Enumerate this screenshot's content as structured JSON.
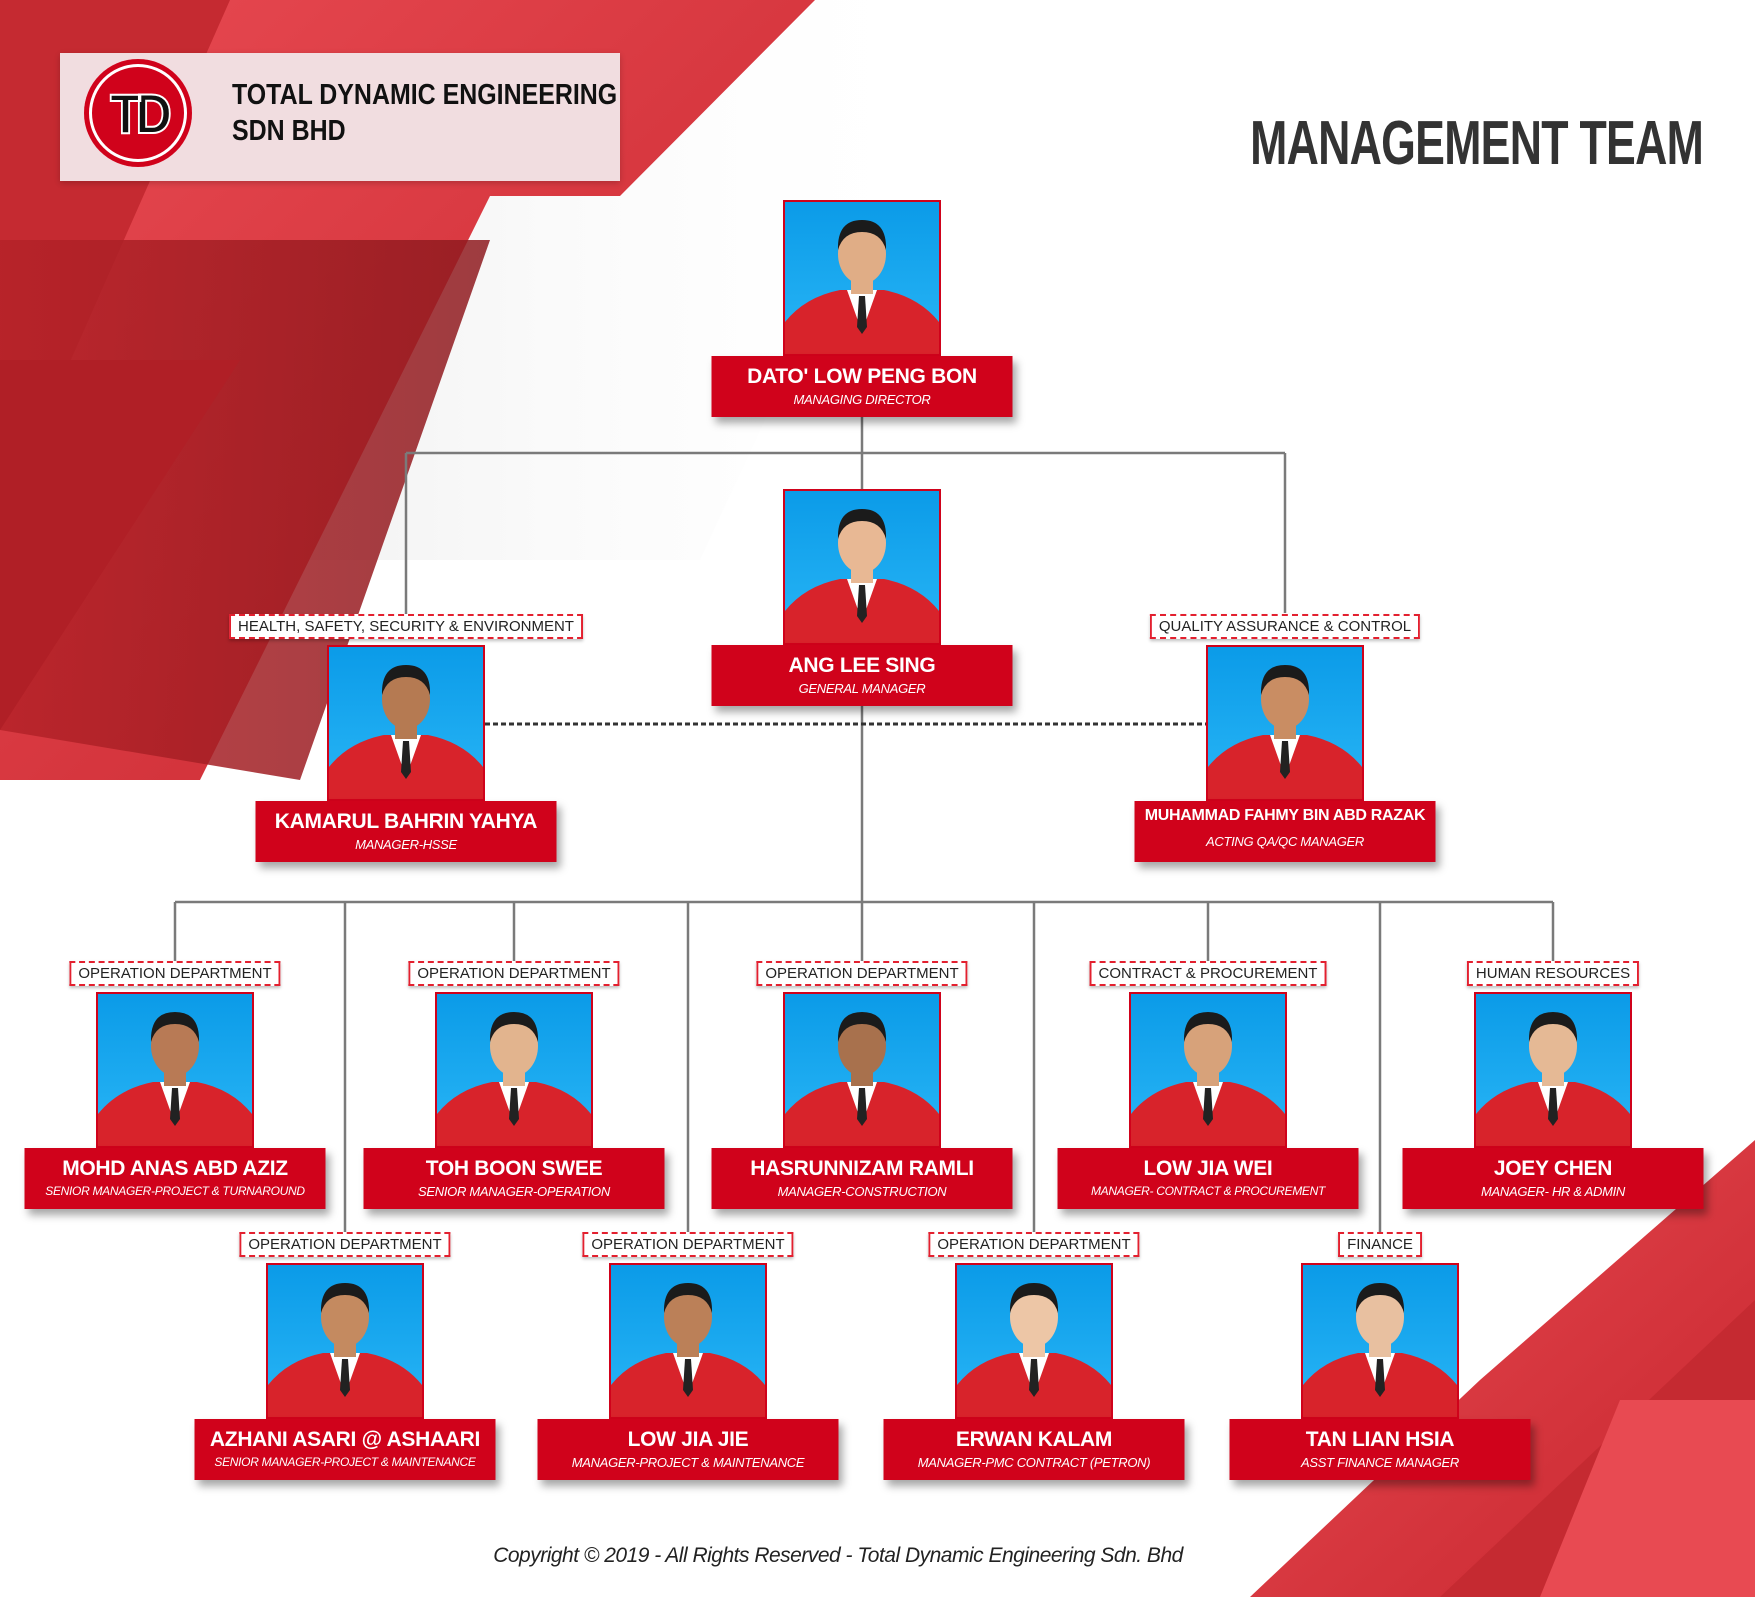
{
  "header": {
    "logo_letters": "TD",
    "company_line1": "TOTAL DYNAMIC ENGINEERING",
    "company_line2": "SDN BHD",
    "title": "MANAGEMENT TEAM"
  },
  "colors": {
    "brand_red": "#d0021b",
    "photo_blue": "#12a3ee",
    "line_gray": "#7a7a7a",
    "title_gray": "#333333"
  },
  "people": [
    {
      "dept": "",
      "name": "DATO' LOW PENG BON",
      "role": "MANAGING DIRECTOR"
    },
    {
      "dept": "",
      "name": "ANG LEE SING",
      "role": "GENERAL MANAGER"
    },
    {
      "dept": "HEALTH, SAFETY, SECURITY & ENVIRONMENT",
      "name": "KAMARUL BAHRIN YAHYA",
      "role": "MANAGER-HSSE"
    },
    {
      "dept": "QUALITY ASSURANCE & CONTROL",
      "name": "MUHAMMAD FAHMY BIN ABD RAZAK",
      "role": "ACTING QA/QC MANAGER"
    },
    {
      "dept": "OPERATION DEPARTMENT",
      "name": "MOHD ANAS ABD AZIZ",
      "role": "SENIOR MANAGER-PROJECT & TURNAROUND"
    },
    {
      "dept": "OPERATION DEPARTMENT",
      "name": "TOH BOON SWEE",
      "role": "SENIOR MANAGER-OPERATION"
    },
    {
      "dept": "OPERATION DEPARTMENT",
      "name": "HASRUNNIZAM RAMLI",
      "role": "MANAGER-CONSTRUCTION"
    },
    {
      "dept": "CONTRACT & PROCUREMENT",
      "name": "LOW JIA WEI",
      "role": "MANAGER- CONTRACT & PROCUREMENT"
    },
    {
      "dept": "HUMAN RESOURCES",
      "name": "JOEY CHEN",
      "role": "MANAGER- HR & ADMIN"
    },
    {
      "dept": "OPERATION DEPARTMENT",
      "name": "AZHANI ASARI @ ASHAARI",
      "role": "SENIOR MANAGER-PROJECT & MAINTENANCE"
    },
    {
      "dept": "OPERATION DEPARTMENT",
      "name": "LOW JIA JIE",
      "role": "MANAGER-PROJECT & MAINTENANCE"
    },
    {
      "dept": "OPERATION DEPARTMENT",
      "name": "ERWAN KALAM",
      "role": "MANAGER-PMC CONTRACT (PETRON)"
    },
    {
      "dept": "FINANCE",
      "name": "TAN LIAN HSIA",
      "role": "ASST FINANCE MANAGER"
    }
  ],
  "footer": {
    "copyright": "Copyright © 2019 - All Rights Reserved - Total Dynamic Engineering Sdn. Bhd"
  }
}
